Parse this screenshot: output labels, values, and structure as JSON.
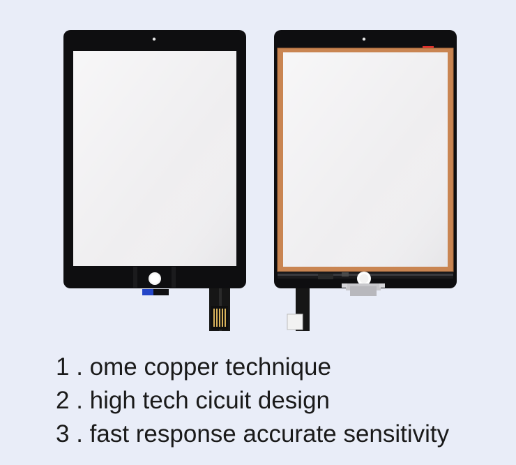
{
  "colors": {
    "background": "#e9edf8",
    "bezel": "#0e0e10",
    "glass": "#efeef0",
    "copper": "#c98552",
    "flex_cable": "#161616",
    "connector_gold": "#d9b35c",
    "blue_tab": "#2446c8",
    "red_tab": "#e1302c",
    "text": "#1a1a1a"
  },
  "features": [
    "1 . ome copper technique",
    "2 . high tech cicuit design",
    "3 . fast response accurate sensitivity"
  ]
}
